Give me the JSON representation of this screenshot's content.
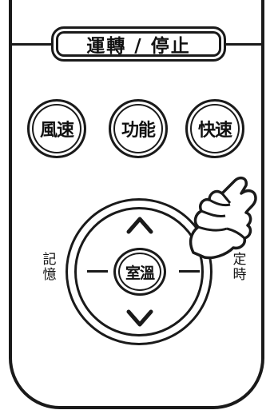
{
  "remote": {
    "power_button_label": "運轉 / 停止",
    "buttons": {
      "fan_speed": "風速",
      "function": "功能",
      "fast": "快速"
    },
    "center_label": "室溫",
    "left_label": "記憶",
    "right_label": "定時",
    "icons": {
      "up": "chevron-up-icon",
      "down": "chevron-down-icon",
      "pointer": "pointing-hand-icon"
    },
    "colors": {
      "outline": "#1a1a1a",
      "background": "#ffffff"
    }
  }
}
